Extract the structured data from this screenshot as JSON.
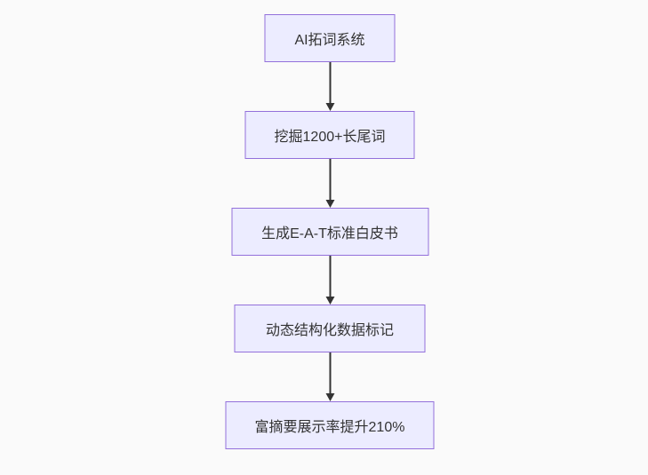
{
  "diagram": {
    "type": "flowchart",
    "direction": "top-down",
    "colors": {
      "background": "#fafafa",
      "node_fill": "#ECECFF",
      "node_border": "#9370DB",
      "arrow": "#333333",
      "text": "#333333"
    },
    "nodes": [
      {
        "id": "n1",
        "label": "AI拓词系统"
      },
      {
        "id": "n2",
        "label": "挖掘1200+长尾词"
      },
      {
        "id": "n3",
        "label": "生成E-A-T标准白皮书"
      },
      {
        "id": "n4",
        "label": "动态结构化数据标记"
      },
      {
        "id": "n5",
        "label": "富摘要展示率提升210%"
      }
    ],
    "edges": [
      {
        "from": "n1",
        "to": "n2"
      },
      {
        "from": "n2",
        "to": "n3"
      },
      {
        "from": "n3",
        "to": "n4"
      },
      {
        "from": "n4",
        "to": "n5"
      }
    ]
  }
}
